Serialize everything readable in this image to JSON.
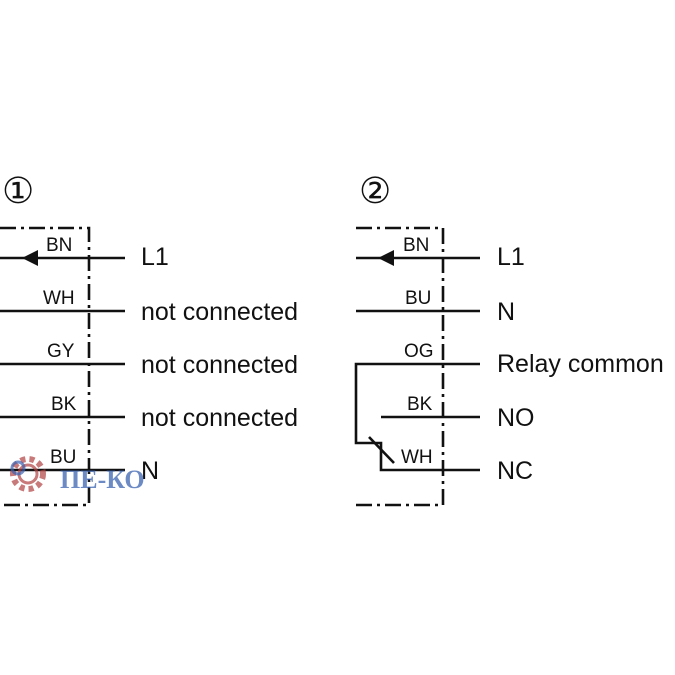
{
  "diagram1": {
    "number": "①",
    "wires": [
      {
        "code": "BN",
        "function": "L1"
      },
      {
        "code": "WH",
        "function": "not connected"
      },
      {
        "code": "GY",
        "function": "not connected"
      },
      {
        "code": "BK",
        "function": "not connected"
      },
      {
        "code": "BU",
        "function": "N"
      }
    ]
  },
  "diagram2": {
    "number": "②",
    "wires": [
      {
        "code": "BN",
        "function": "L1"
      },
      {
        "code": "BU",
        "function": "N"
      },
      {
        "code": "OG",
        "function": "Relay common"
      },
      {
        "code": "BK",
        "function": "NO"
      },
      {
        "code": "WH",
        "function": "NC"
      }
    ]
  },
  "watermark": {
    "text": "ПЕ-КО",
    "icon": "gear-icon",
    "color": "#3b63b0"
  }
}
